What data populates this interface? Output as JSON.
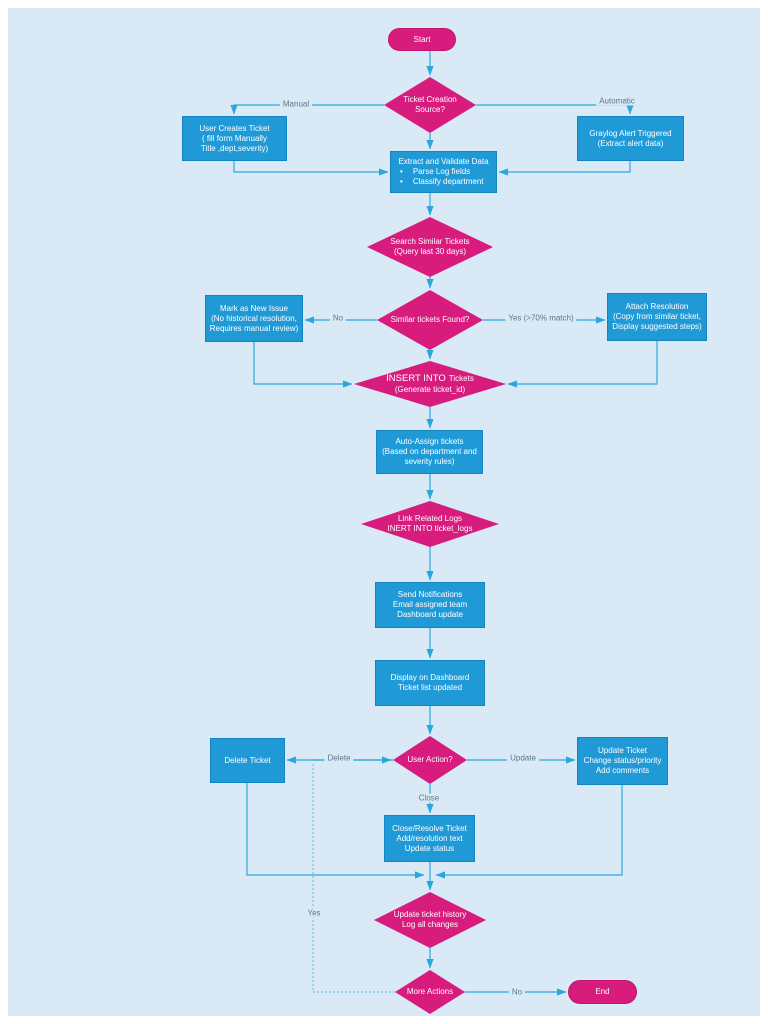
{
  "colors": {
    "background": "#d9eaf6",
    "process_fill": "#1f9ad7",
    "process_border": "#1583c3",
    "decision_fill": "#d81c7e",
    "connector": "#2ba7de",
    "edge_label_text": "#5b7888"
  },
  "nodes": {
    "start": {
      "label": "Start"
    },
    "source": {
      "label": "Ticket Creation\nSource?"
    },
    "user_creates": {
      "label": "User Creates Ticket\n( fill form Manually\nTitle ,dept,severity)"
    },
    "graylog": {
      "label": "Graylog Alert Triggered\n(Extract alert data)"
    },
    "extract": {
      "title": "Extract and Validate Data",
      "bullet1": "Parse Log fields",
      "bullet2": "Classify department"
    },
    "search": {
      "label": "Search Similar Tickets\n(Query last 30 days)"
    },
    "found": {
      "label": "Similar tickets Found?"
    },
    "mark_new": {
      "label": "Mark as New Issue\n(No historical resolution,\nRequires manual review)"
    },
    "attach": {
      "label": "Attach Resolution\n(Copy from similar ticket,\nDisplay suggested steps)"
    },
    "insert": {
      "big": "INSERT INTO",
      "small": "Tickets",
      "sub": "(Generate ticket_id)"
    },
    "auto_assign": {
      "label": "Auto-Assign tickets\n(Based on department and\nseverity rules)"
    },
    "link_logs": {
      "label": "Link Related Logs\nINERT INTO ticket_logs"
    },
    "notify": {
      "label": "Send Notifications\nEmail assigned team\nDashboard update"
    },
    "dashboard": {
      "label": "Display on Dashboard\nTicket list updated"
    },
    "action": {
      "label": "User Action?"
    },
    "delete": {
      "label": "Delete Ticket"
    },
    "update": {
      "label": "Update Ticket\nChange status/priority\nAdd comments"
    },
    "close": {
      "label": "Close/Resolve Ticket\nAdd/resolution text\nUpdate status"
    },
    "history": {
      "label": "Update ticket history\nLog all changes"
    },
    "more": {
      "label": "More Actions"
    },
    "end": {
      "label": "End"
    }
  },
  "edge_labels": {
    "manual": "Manual",
    "automatic": "Automatic",
    "no_match": "No",
    "yes_match": "Yes (>70% match)",
    "delete": "Delete",
    "update": "Update",
    "close": "Close",
    "yes_more": "Yes",
    "no_more": "No"
  }
}
